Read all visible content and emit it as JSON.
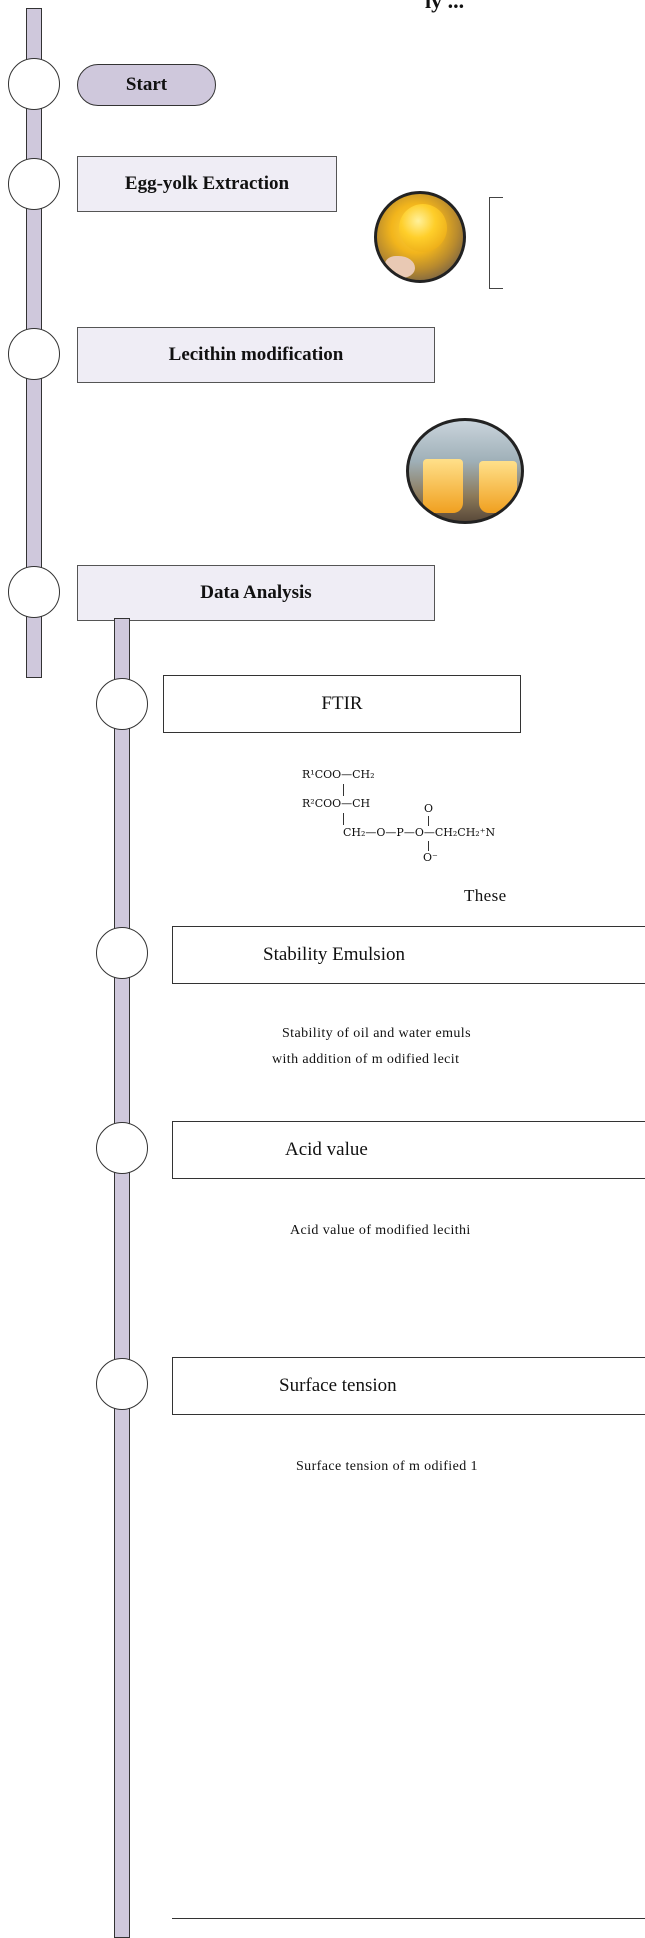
{
  "header": {
    "text": "ly ..."
  },
  "flow": {
    "start_label": "Start",
    "steps": [
      {
        "label": "Egg-yolk Extraction"
      },
      {
        "label": "Lecithin modification"
      },
      {
        "label": "Data Analysis"
      }
    ]
  },
  "analysis": {
    "items": [
      {
        "label": "FTIR",
        "caption": "These"
      },
      {
        "label": "Stability Emulsion",
        "caption_lines": [
          "Stability of oil and water emuls",
          "with addition of m odified lecit"
        ]
      },
      {
        "label": "Acid value",
        "caption": "Acid value of modified lecithi"
      },
      {
        "label": "Surface tension",
        "caption": "Surface tension of m odified 1"
      }
    ]
  },
  "chem": {
    "r1": "R¹COO—CH₂",
    "r2": "R²COO—CH",
    "r3": "CH₂—O—P—O—CH₂CH₂⁺N",
    "o_top": "O",
    "o_bot": "O⁻"
  },
  "colors": {
    "bar": "#cfc8dc",
    "box": "#efedf5",
    "border": "#333333"
  }
}
